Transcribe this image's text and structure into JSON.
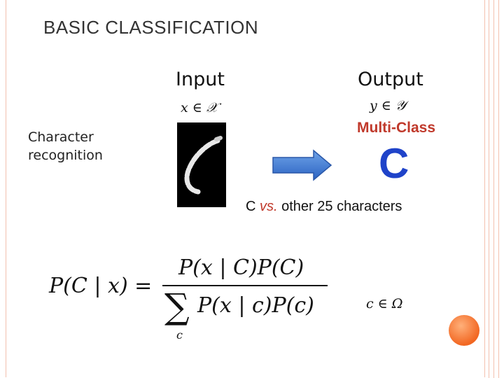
{
  "slide": {
    "title": "BASIC CLASSIFICATION",
    "input_header": "Input",
    "output_header": "Output",
    "input_math": "x ∈ 𝒳",
    "output_math": "y ∈ 𝒴",
    "task_label_line1": "Character",
    "task_label_line2": "recognition",
    "output_type": "Multi-Class",
    "output_value": "C",
    "caption": {
      "prefix": "C ",
      "vs": "vs.",
      "suffix": " other 25 characters"
    },
    "formula": {
      "lhs": "P(C | x) =",
      "numerator": "P(x | C)P(C)",
      "sum_symbol": "∑",
      "denominator": "P(x | c)P(c)",
      "sum_index": "c"
    },
    "domain": "c ∈ Ω"
  },
  "colors": {
    "accent_red": "#c0392b",
    "accent_blue": "#1f43c9",
    "arrow_blue": "#3b7bd6",
    "frame_pink": "#f3c0ae",
    "dot_orange": "#f26722"
  },
  "icons": {
    "arrow": "right-arrow-icon",
    "handwritten_image": "handwritten-c-image",
    "decorative_dot": "orange-circle"
  }
}
